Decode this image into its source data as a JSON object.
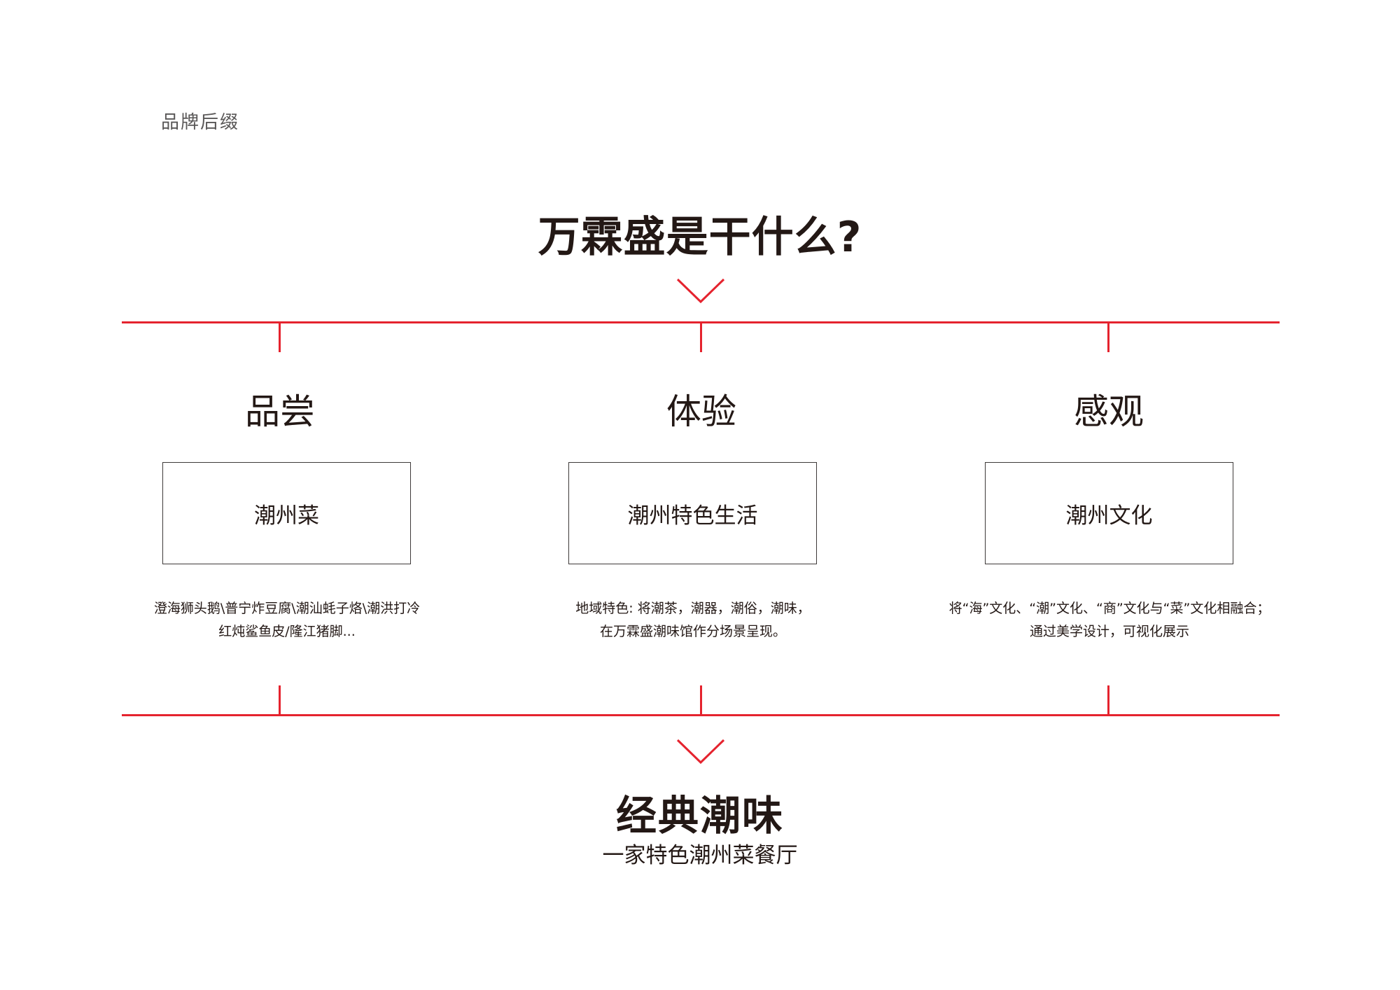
{
  "colors": {
    "accent": "#e5232e",
    "text": "#231815"
  },
  "header": {
    "corner_label": "品牌后缀"
  },
  "question": {
    "title": "万霖盛是干什么?"
  },
  "pillars": [
    {
      "title": "品尝",
      "box": "潮州菜",
      "desc": [
        "澄海狮头鹅\\普宁炸豆腐\\潮汕蚝子烙\\潮洪打冷",
        "红炖鲨鱼皮/隆江猪脚..."
      ]
    },
    {
      "title": "体验",
      "box": "潮州特色生活",
      "desc": [
        "地域特色: 将潮茶，潮器，潮俗，潮味，",
        "在万霖盛潮味馆作分场景呈现。"
      ]
    },
    {
      "title": "感观",
      "box": "潮州文化",
      "desc": [
        "将“海”文化、“潮”文化、“商”文化与“菜”文化相融合；",
        "通过美学设计，可视化展示"
      ]
    }
  ],
  "conclusion": {
    "title": "经典潮味",
    "subtitle": "一家特色潮州菜餐厅"
  },
  "icons": {
    "chevron": "chevron-down-icon"
  }
}
